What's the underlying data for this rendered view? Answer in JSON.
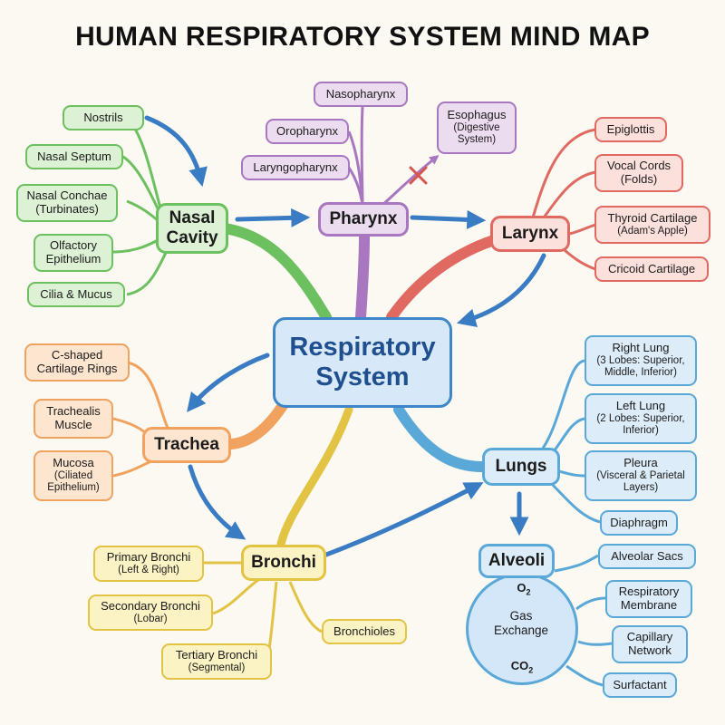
{
  "title": "HUMAN RESPIRATORY SYSTEM MIND MAP",
  "center": {
    "line1": "Respiratory",
    "line2": "System"
  },
  "nasal_cavity": {
    "label": {
      "line1": "Nasal",
      "line2": "Cavity"
    },
    "items": [
      {
        "line1": "Nostrils"
      },
      {
        "line1": "Nasal Septum"
      },
      {
        "line1": "Nasal Conchae",
        "line2": "(Turbinates)"
      },
      {
        "line1": "Olfactory",
        "line2": "Epithelium"
      },
      {
        "line1": "Cilia & Mucus"
      }
    ]
  },
  "pharynx": {
    "label": "Pharynx",
    "items": [
      {
        "line1": "Nasopharynx"
      },
      {
        "line1": "Oropharynx"
      },
      {
        "line1": "Laryngopharynx"
      }
    ],
    "esophagus": {
      "line1": "Esophagus",
      "line2": "(Digestive",
      "line3": "System)"
    }
  },
  "larynx": {
    "label": "Larynx",
    "items": [
      {
        "line1": "Epiglottis"
      },
      {
        "line1": "Vocal Cords",
        "line2": "(Folds)"
      },
      {
        "line1": "Thyroid Cartilage",
        "line2": "(Adam's Apple)"
      },
      {
        "line1": "Cricoid Cartilage"
      }
    ]
  },
  "trachea": {
    "label": "Trachea",
    "items": [
      {
        "line1": "C-shaped",
        "line2": "Cartilage Rings"
      },
      {
        "line1": "Trachealis",
        "line2": "Muscle"
      },
      {
        "line1": "Mucosa",
        "line2": "(Ciliated",
        "line3": "Epithelium)"
      }
    ]
  },
  "bronchi": {
    "label": "Bronchi",
    "items": [
      {
        "line1": "Primary Bronchi",
        "line2": "(Left & Right)"
      },
      {
        "line1": "Secondary Bronchi",
        "line2": "(Lobar)"
      },
      {
        "line1": "Tertiary Bronchi",
        "line2": "(Segmental)"
      },
      {
        "line1": "Bronchioles"
      }
    ]
  },
  "lungs": {
    "label": "Lungs",
    "items": [
      {
        "line1": "Right Lung",
        "line2": "(3 Lobes: Superior,",
        "line3": "Middle, Inferior)"
      },
      {
        "line1": "Left Lung",
        "line2": "(2 Lobes: Superior,",
        "line3": "Inferior)"
      },
      {
        "line1": "Pleura",
        "line2": "(Visceral & Parietal",
        "line3": "Layers)"
      },
      {
        "line1": "Diaphragm"
      }
    ]
  },
  "alveoli": {
    "label": "Alveoli",
    "o2": "O",
    "co2": "CO",
    "sub2": "2",
    "gas_exchange": {
      "line1": "Gas",
      "line2": "Exchange"
    },
    "items": [
      {
        "line1": "Alveolar Sacs"
      },
      {
        "line1": "Respiratory",
        "line2": "Membrane"
      },
      {
        "line1": "Capillary",
        "line2": "Network"
      },
      {
        "line1": "Surfactant"
      }
    ]
  },
  "colors": {
    "nasal": "#6cc060",
    "pharynx": "#a977c0",
    "larynx": "#e06a62",
    "trachea": "#f0a25e",
    "bronchi": "#e2c344",
    "lungs": "#5aa8d8",
    "center": "#3f86c8",
    "arrow": "#3a7cc4",
    "blocked": "#d9534f"
  }
}
